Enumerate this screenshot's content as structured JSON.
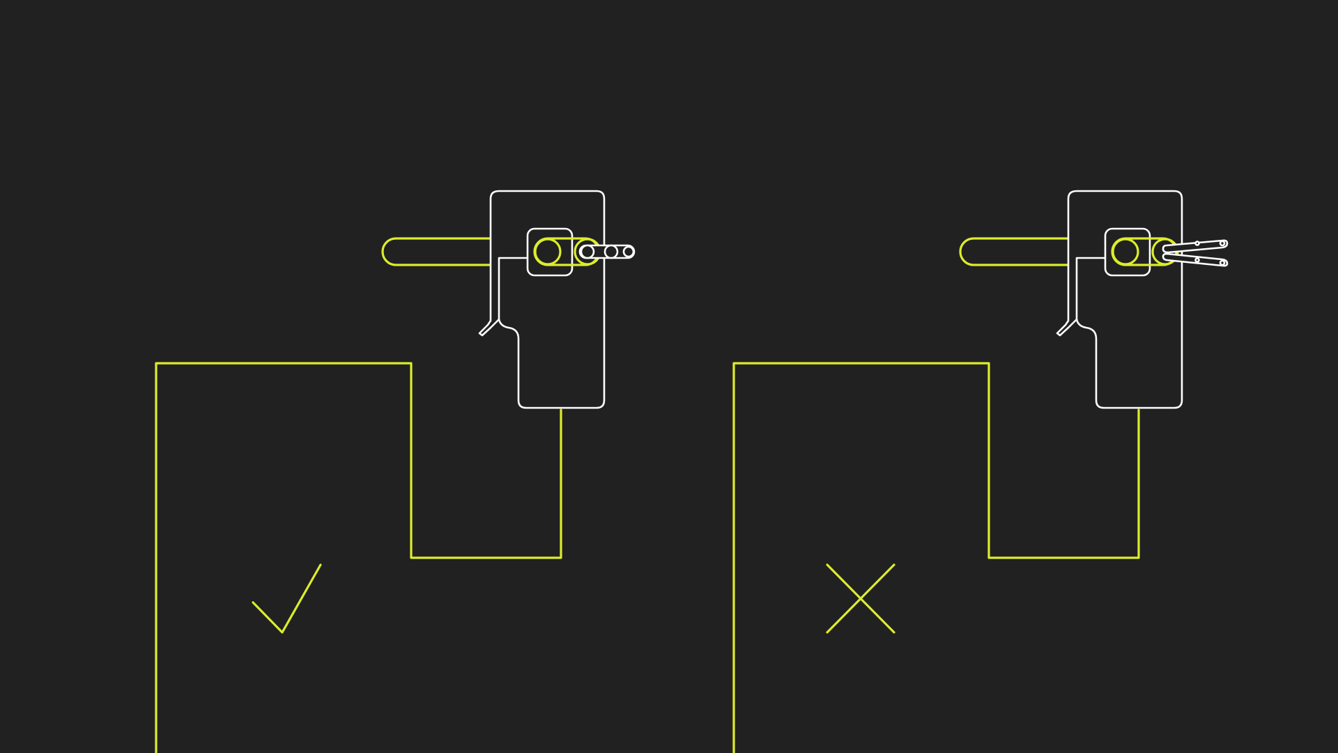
{
  "colors": {
    "background": "#212121",
    "accent": "#dced2b",
    "line": "#ffffff"
  },
  "panels": [
    {
      "id": "correct",
      "mark_icon": "check-mark-icon",
      "probe_icon": "single-pin-probe-icon",
      "status": "correct"
    },
    {
      "id": "incorrect",
      "mark_icon": "cross-mark-icon",
      "probe_icon": "split-pin-probe-icon",
      "status": "incorrect"
    }
  ]
}
